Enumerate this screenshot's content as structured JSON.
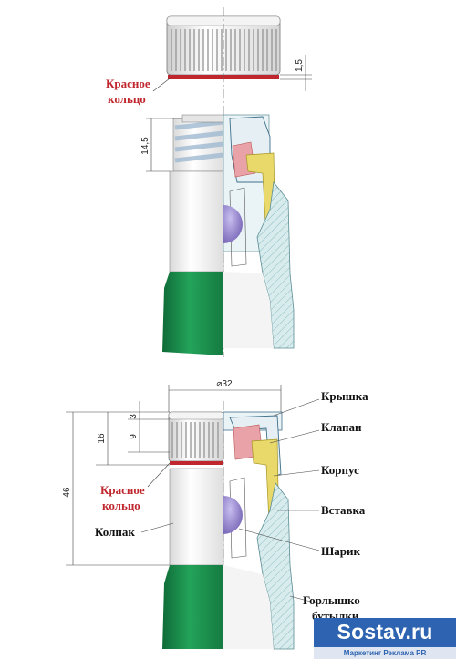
{
  "labels": {
    "red_ring_top_1": "Красное",
    "red_ring_top_2": "кольцо",
    "red_ring_bottom_1": "Красное",
    "red_ring_bottom_2": "кольцо",
    "cap": "Крышка",
    "valve": "Клапан",
    "body": "Корпус",
    "insert": "Вставка",
    "ball": "Шарик",
    "collar": "Колпак",
    "neck_1": "Горлышко",
    "neck_2": "бутылки"
  },
  "dimensions": {
    "ring_thickness": "1,5",
    "thread_height": "14,5",
    "diameter": "⌀32",
    "cap_3": "3",
    "cap_9": "9",
    "cap_16": "16",
    "total_46": "46"
  },
  "badge": {
    "title": "Sostav.ru",
    "subtitle": "Маркетинг Реклама PR"
  },
  "colors": {
    "red_ring": "#c0262d",
    "green_bottle": "#1a8a4a",
    "ball": "#8f7fc9",
    "valve_yellow": "#e8d96a",
    "seal_pink": "#e9a3a8",
    "thread_blue": "#b9d4ea",
    "badge_blue": "#2d63b0"
  }
}
